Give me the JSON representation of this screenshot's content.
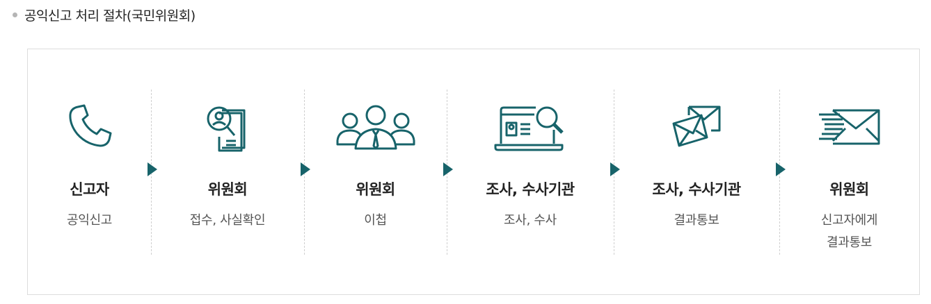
{
  "page": {
    "title": "공익신고 처리 절차(국민위원회)"
  },
  "colors": {
    "accent": "#17636a",
    "divider": "#cfcfcf",
    "bullet": "#b5b5b5"
  },
  "steps": [
    {
      "icon": "phone-icon",
      "title": "신고자",
      "desc": [
        "공익신고"
      ]
    },
    {
      "icon": "document-search-icon",
      "title": "위원회",
      "desc": [
        "접수, 사실확인"
      ]
    },
    {
      "icon": "people-group-icon",
      "title": "위원회",
      "desc": [
        "이첩"
      ]
    },
    {
      "icon": "laptop-search-icon",
      "title": "조사, 수사기관",
      "desc": [
        "조사, 수사"
      ]
    },
    {
      "icon": "envelopes-icon",
      "title": "조사, 수사기관",
      "desc": [
        "결과통보"
      ]
    },
    {
      "icon": "send-mail-icon",
      "title": "위원회",
      "desc": [
        "신고자에게",
        "결과통보"
      ]
    }
  ]
}
